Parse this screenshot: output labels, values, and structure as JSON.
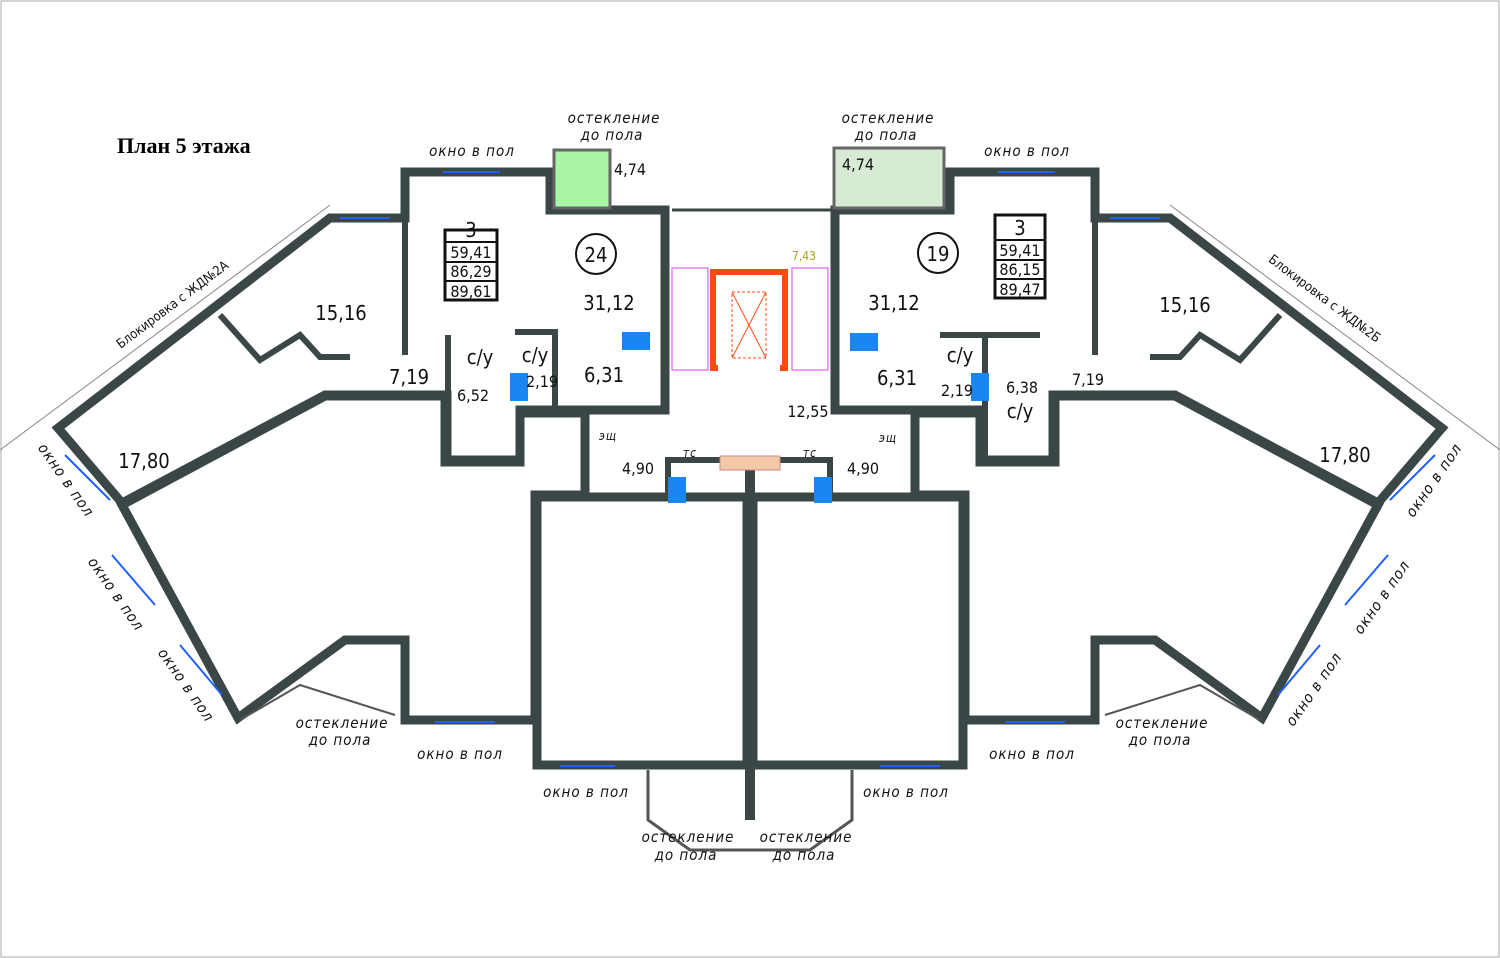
{
  "title": "План 5 этажа",
  "apartments": [
    {
      "number": "24",
      "rooms": "3",
      "areas": [
        "59,41",
        "86,29",
        "89,61"
      ],
      "living": "31,12",
      "balcony": "4,74",
      "room_a": "15,16",
      "room_b": "17,80",
      "hall": "7,19",
      "bath_big": "6,52",
      "bath_small": "2,19",
      "kitchen": "6,31",
      "bath_label": "с/у",
      "fill": "#a9f7a6"
    },
    {
      "number": "19",
      "rooms": "3",
      "areas": [
        "59,41",
        "86,15",
        "89,47"
      ],
      "living": "31,12",
      "balcony": "4,74",
      "room_a": "15,16",
      "room_b": "17,80",
      "hall": "7,19",
      "bath_big": "6,38",
      "bath_small": "2,19",
      "kitchen": "6,31",
      "bath_label": "с/у",
      "fill": "#d7ead3"
    }
  ],
  "common": {
    "stair_area": "7,43",
    "corridor_area": "12,55",
    "vestibule_left": "4,90",
    "vestibule_right": "4,90",
    "panel_label": "эщ",
    "duct_label": "тс"
  },
  "labels": {
    "window": "окно в пол",
    "glazing_line1": "остекление",
    "glazing_line2": "до пола",
    "block_left": "Блокировка с ЖД№2А",
    "block_right": "Блокировка с ЖД№2Б"
  },
  "colors": {
    "wall": "#3b4747",
    "units": "#f8f8fd",
    "stair": "#e37ff0",
    "elevator": "#ff4a12",
    "plumbing": "#1a86f0"
  }
}
